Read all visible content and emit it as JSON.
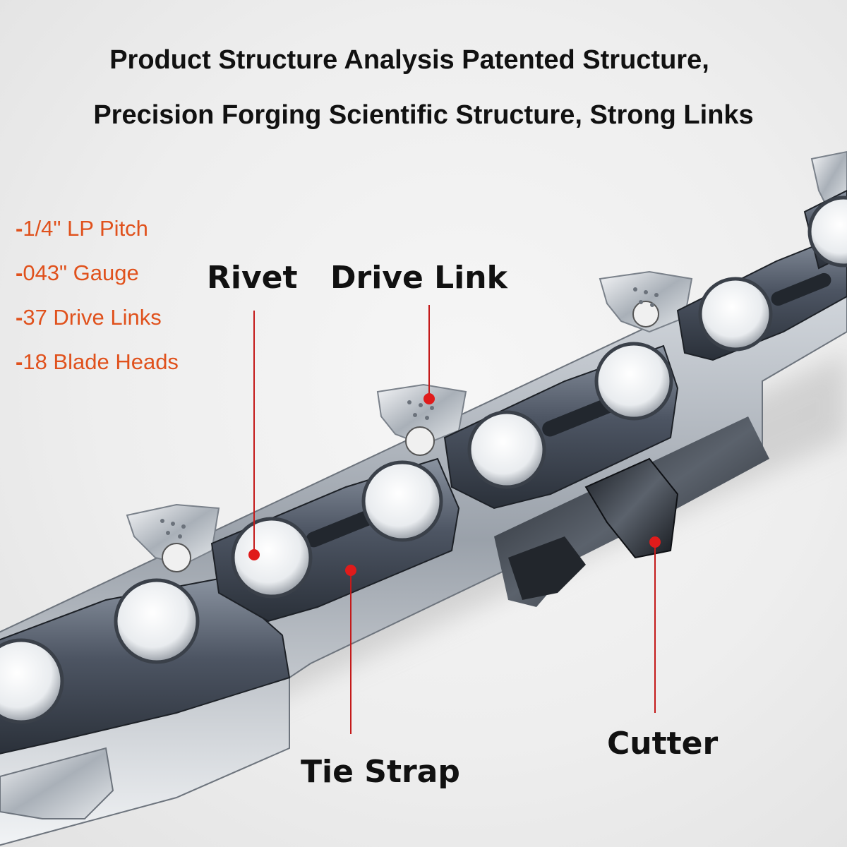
{
  "title_lines": [
    "Product Structure Analysis Patented Structure,",
    "Precision Forging Scientific Structure, Strong Links"
  ],
  "specs": [
    {
      "dash": "-",
      "text": "1/4\" LP Pitch"
    },
    {
      "dash": "-",
      "text": "043\" Gauge"
    },
    {
      "dash": "-",
      "text": "37 Drive Links"
    },
    {
      "dash": "-",
      "text": "18 Blade Heads"
    }
  ],
  "callouts": {
    "rivet": "Rivet",
    "drive_link": "Drive Link",
    "tie_strap": "Tie Strap",
    "cutter": "Cutter"
  },
  "colors": {
    "spec_text": "#e0511c",
    "marker": "#e01b1b",
    "leader": "#c41a1a",
    "title_text": "#111111"
  }
}
